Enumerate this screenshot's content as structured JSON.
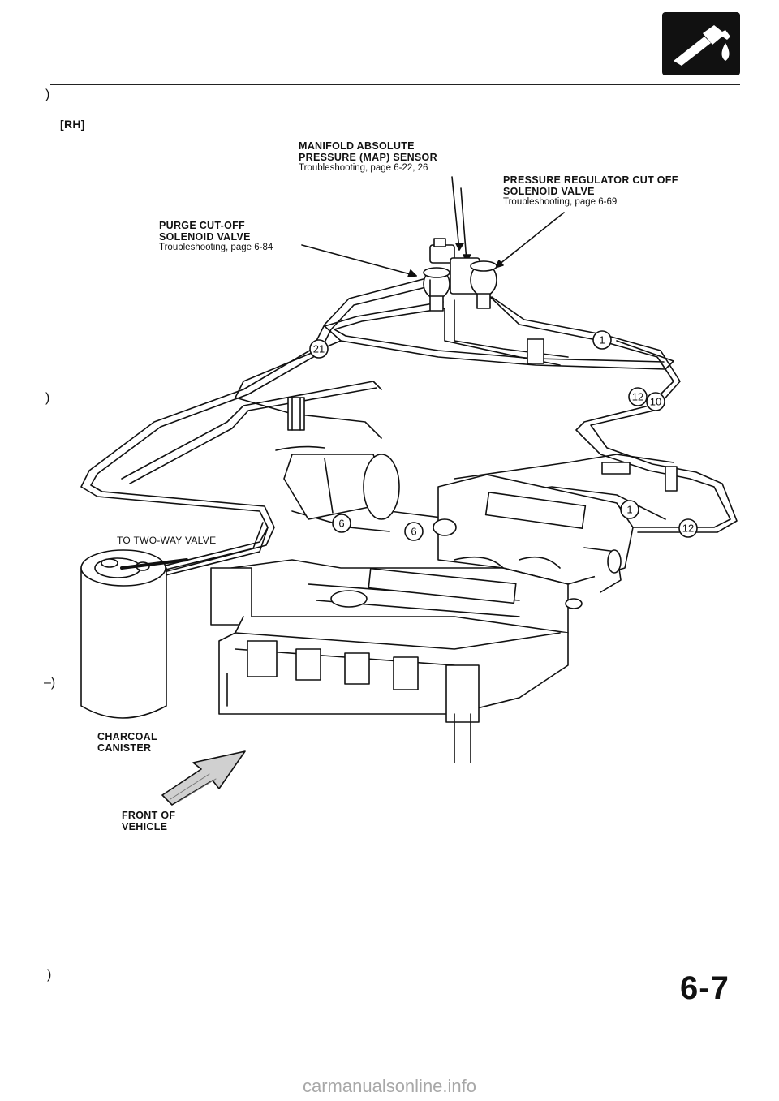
{
  "header": {
    "view_label": "[RH]",
    "badge_icon": "fuel-nozzle-icon"
  },
  "labels": {
    "map_sensor": {
      "title": [
        "MANIFOLD ABSOLUTE",
        "PRESSURE (MAP) SENSOR"
      ],
      "ref": "Troubleshooting, page 6-22, 26"
    },
    "pressure_regulator": {
      "title": [
        "PRESSURE REGULATOR CUT OFF",
        "SOLENOID VALVE"
      ],
      "ref": "Troubleshooting, page 6-69"
    },
    "purge_cutoff": {
      "title": [
        "PURGE CUT-OFF",
        "SOLENOID VALVE"
      ],
      "ref": "Troubleshooting, page 6-84"
    },
    "two_way_valve": "TO TWO-WAY VALVE",
    "charcoal_canister": [
      "CHARCOAL",
      "CANISTER"
    ],
    "front_of_vehicle": [
      "FRONT OF",
      "VEHICLE"
    ]
  },
  "callouts": {
    "c21": "21",
    "c1a": "1",
    "c12a": "12",
    "c10": "10",
    "c6a": "6",
    "c6b": "6",
    "c1b": "1",
    "c12b": "12"
  },
  "page_number": "6-7",
  "watermark": "carmanualsonline.info",
  "colors": {
    "ink": "#111111",
    "watermark": "#a8a8a8"
  }
}
